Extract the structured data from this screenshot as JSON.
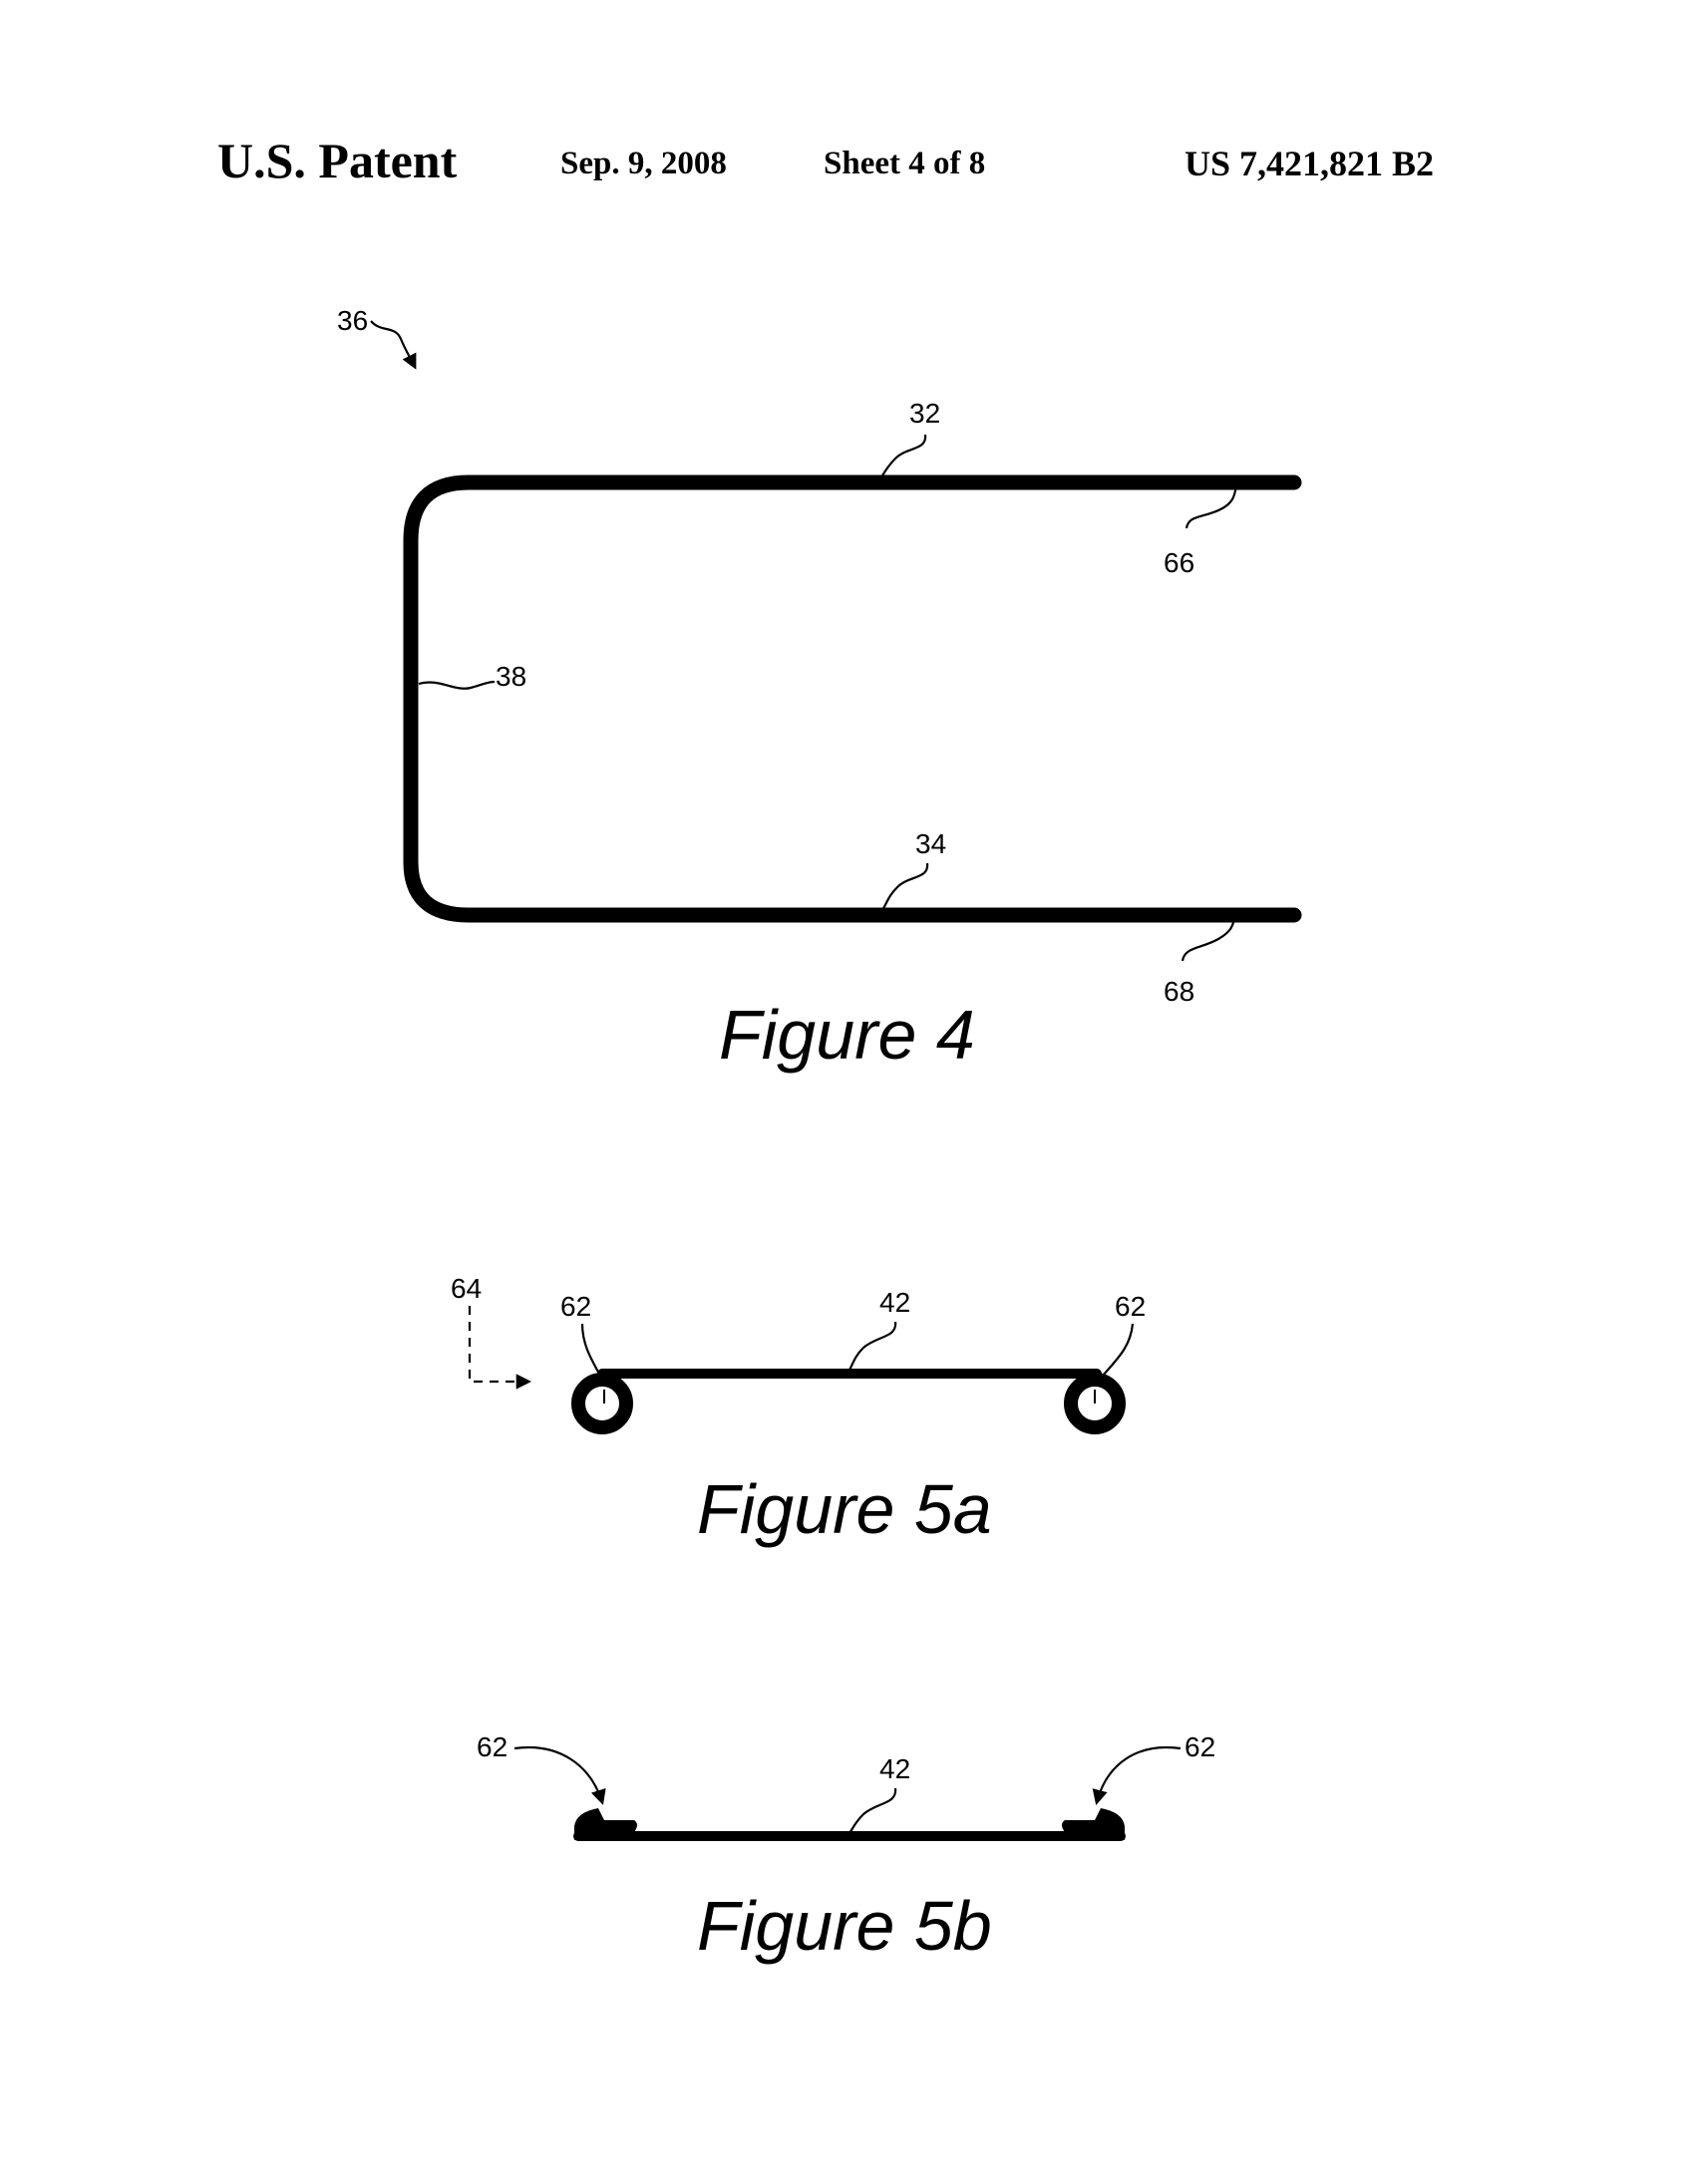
{
  "header": {
    "title": "U.S. Patent",
    "date": "Sep. 9, 2008",
    "sheet": "Sheet 4 of 8",
    "patent_number": "US 7,421,821 B2"
  },
  "figure4": {
    "caption": "Figure 4",
    "refs": {
      "assembly": "36",
      "top_panel": "32",
      "top_end": "66",
      "spine": "38",
      "bottom_panel": "34",
      "bottom_end": "68"
    }
  },
  "figure5a": {
    "caption": "Figure 5a",
    "refs": {
      "section": "64",
      "left_edge": "62",
      "center": "42",
      "right_edge": "62"
    }
  },
  "figure5b": {
    "caption": "Figure 5b",
    "refs": {
      "left_edge": "62",
      "center": "42",
      "right_edge": "62"
    }
  }
}
